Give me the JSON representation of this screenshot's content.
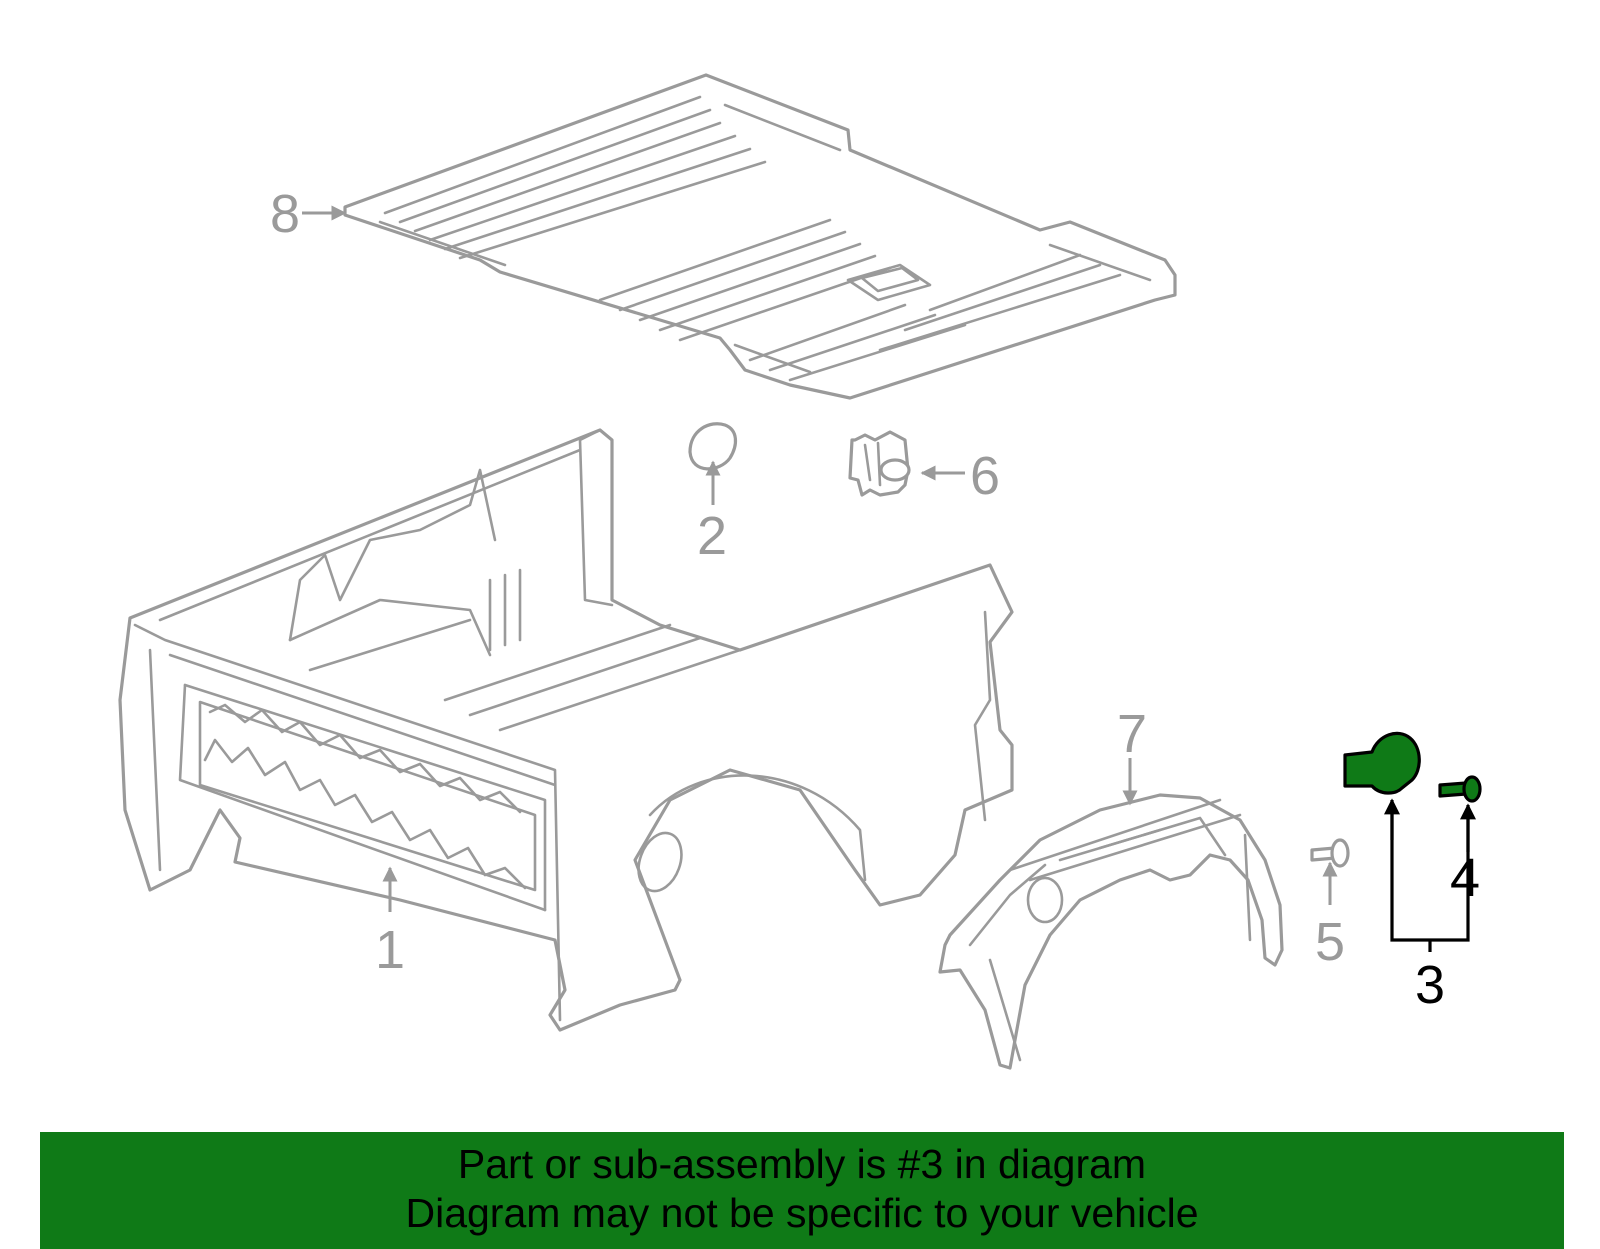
{
  "callouts": {
    "c1": "1",
    "c2": "2",
    "c3": "3",
    "c4": "4",
    "c5": "5",
    "c6": "6",
    "c7": "7",
    "c8": "8"
  },
  "highlight_color": "#0f7a17",
  "banner": {
    "line1": "Part or sub-assembly is #3 in diagram",
    "line2": "Diagram may not be specific to your vehicle"
  }
}
